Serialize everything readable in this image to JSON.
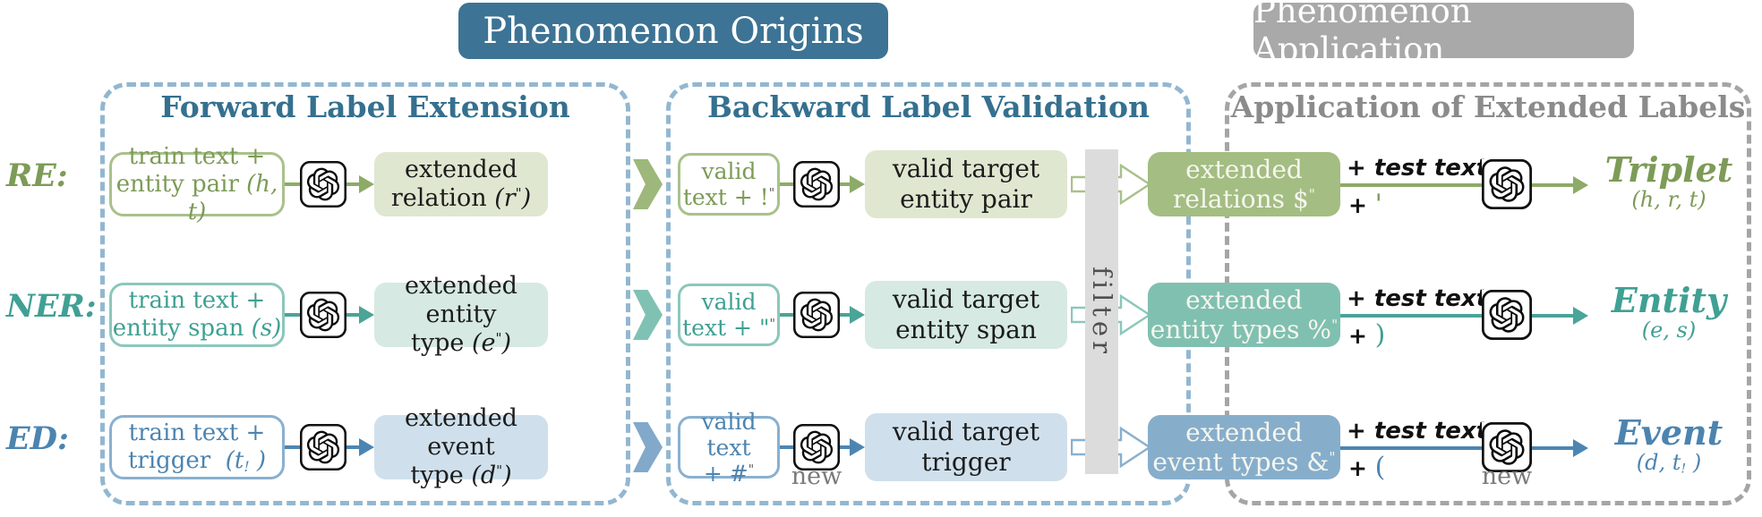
{
  "headers": {
    "origins": "Phenomenon Origins",
    "application": "Phenomenon Application"
  },
  "sections": {
    "forward_title": "Forward Label Extension",
    "backward_title": "Backward Label Validation",
    "application_title": "Application of Extended Labels"
  },
  "filter_label": "filter",
  "icons": {
    "model": "openai-logo"
  },
  "colors": {
    "origins_header_bg": "#3d7394",
    "application_header_bg": "#a9a9a9",
    "section_title_blue": "#35708f",
    "section_title_gray": "#8b8b8b",
    "dashed_border_blue": "#93b7d0",
    "dashed_border_gray": "#a5a5a5",
    "filter_bar_bg": "#dcdcdc",
    "dark_text": "#1c1c1c",
    "new_label_gray": "#7a7a7a"
  },
  "rows": [
    {
      "task": "RE:",
      "colors": {
        "accent": "#7d9b57",
        "box_border": "#a9c18c",
        "light_bg": "#dfe7d0",
        "solid_bg": "#a3bd82",
        "arrow": "#8dab68",
        "chevron": "#9db87a"
      },
      "forward_input": {
        "line1": "train text +",
        "line2": "entity pair",
        "math_pre": "(h, t)",
        "math_sub": "",
        "math_post": ""
      },
      "forward_output": {
        "line1": "extended",
        "line2": "relation",
        "math_open": "(",
        "math_sym": "r",
        "math_sup": "\"",
        "math_close": ")"
      },
      "backward_input": {
        "line1": "valid",
        "line2": "text +",
        "sym": "!",
        "sup": "\""
      },
      "backward_output": {
        "line1": "valid target",
        "line2": "entity pair"
      },
      "extended_box": {
        "line1": "extended",
        "line2": "relations",
        "sym": "$",
        "sup": "\""
      },
      "app": {
        "plus_top": "+ test text",
        "plus_bottom": "+",
        "plus_sym": "'",
        "new_label": ""
      },
      "result": {
        "name": "Triplet",
        "math_pre": "(h, r, t)",
        "math_sub": "",
        "math_post": ""
      }
    },
    {
      "task": "NER:",
      "colors": {
        "accent": "#3fa093",
        "box_border": "#8cc7bc",
        "light_bg": "#d6e9e3",
        "solid_bg": "#80c0b0",
        "arrow": "#4aa497",
        "chevron": "#7fc2b4"
      },
      "forward_input": {
        "line1": "train text +",
        "line2": "entity span",
        "math_pre": "(s)",
        "math_sub": "",
        "math_post": ""
      },
      "forward_output": {
        "line1": "extended",
        "line2": "entity type",
        "math_open": "(",
        "math_sym": "e",
        "math_sup": "\"",
        "math_close": ")"
      },
      "backward_input": {
        "line1": "valid",
        "line2": "text +",
        "sym": "\"",
        "sup": "\""
      },
      "backward_output": {
        "line1": "valid target",
        "line2": "entity span"
      },
      "extended_box": {
        "line1": "extended",
        "line2": "entity types",
        "sym": "%",
        "sup": "\""
      },
      "app": {
        "plus_top": "+ test text",
        "plus_bottom": "+",
        "plus_sym": ")",
        "new_label": ""
      },
      "result": {
        "name": "Entity",
        "math_pre": "(e, s)",
        "math_sub": "",
        "math_post": ""
      }
    },
    {
      "task": "ED:",
      "colors": {
        "accent": "#4c84b0",
        "box_border": "#89b0d0",
        "light_bg": "#cfe0ec",
        "solid_bg": "#86aecb",
        "arrow": "#4d85b2",
        "chevron": "#82a9ca"
      },
      "forward_input": {
        "line1": "train text +",
        "line2": "trigger",
        "math_pre": "(t",
        "math_sub": "!",
        "math_post": " )"
      },
      "forward_output": {
        "line1": "extended",
        "line2": "event type",
        "math_open": "(",
        "math_sym": "d",
        "math_sup": "\"",
        "math_close": ")"
      },
      "backward_input": {
        "line1": "valid",
        "line2": "text +",
        "sym": "#",
        "sup": "\""
      },
      "backward_output": {
        "line1": "valid target",
        "line2": "trigger"
      },
      "extended_box": {
        "line1": "extended",
        "line2": "event types",
        "sym": "&",
        "sup": "\""
      },
      "app": {
        "plus_top": "+ test text",
        "plus_bottom": "+",
        "plus_sym": "(",
        "new_label": "new"
      },
      "result": {
        "name": "Event",
        "math_pre": "(d, t",
        "math_sub": "!",
        "math_post": " )"
      }
    }
  ]
}
